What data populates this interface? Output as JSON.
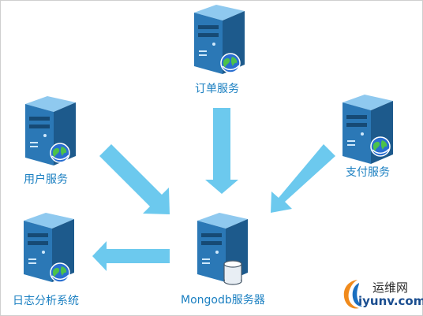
{
  "nodes": {
    "order_service": {
      "label": "订单服务"
    },
    "user_service": {
      "label": "用户服务"
    },
    "payment_service": {
      "label": "支付服务"
    },
    "mongodb_server": {
      "label": "Mongodb服务器"
    },
    "log_analysis": {
      "label": "日志分析系统"
    }
  },
  "edges": [
    {
      "from": "order_service",
      "to": "mongodb_server"
    },
    {
      "from": "user_service",
      "to": "mongodb_server"
    },
    {
      "from": "payment_service",
      "to": "mongodb_server"
    },
    {
      "from": "mongodb_server",
      "to": "log_analysis"
    }
  ],
  "icons": {
    "server": "server-icon",
    "globe": "globe-icon",
    "database": "database-icon"
  },
  "colors": {
    "arrow": "#6cc9ee",
    "label": "#1a7fc1",
    "server_front": "#2b78b6",
    "server_side": "#1d5a8c",
    "server_top": "#8fc9ef"
  },
  "watermark": {
    "name": "运维网",
    "url": "iyunv.com"
  }
}
